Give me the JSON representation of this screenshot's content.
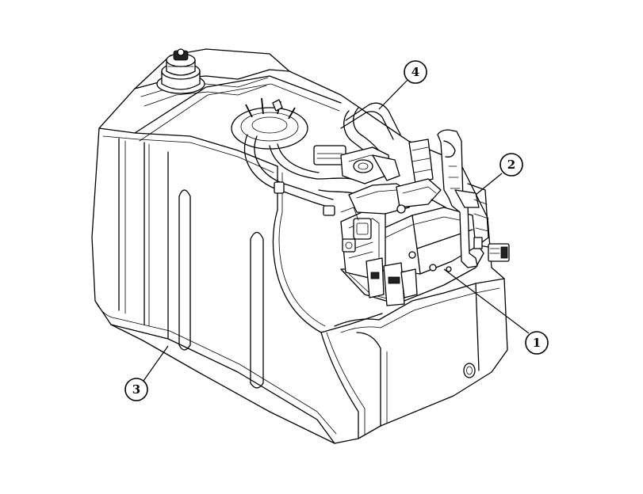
{
  "callouts": [
    {
      "id": "1",
      "label": "1",
      "target": "pump-module"
    },
    {
      "id": "2",
      "label": "2",
      "target": "connector-bracket"
    },
    {
      "id": "3",
      "label": "3",
      "target": "tank"
    },
    {
      "id": "4",
      "label": "4",
      "target": "hose"
    }
  ],
  "colors": {
    "line": "#000000",
    "background": "#ffffff"
  }
}
